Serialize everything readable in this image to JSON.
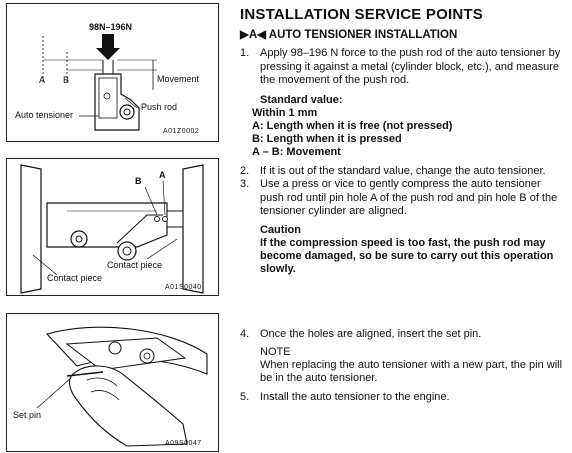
{
  "fig1": {
    "force_label": "98N–196N",
    "label_a": "A",
    "label_b": "B",
    "label_movement": "Movement",
    "label_push_rod": "Push rod",
    "label_auto_tensioner": "Auto tensioner",
    "code": "A01Z0002"
  },
  "fig2": {
    "label_b": "B",
    "label_a": "A",
    "label_contact_piece_right": "Contact piece",
    "label_contact_piece_left": "Contact piece",
    "code": "A01S0040"
  },
  "fig3": {
    "label_set_pin": "Set pin",
    "code": "A09S0047"
  },
  "text": {
    "title": "INSTALLATION SERVICE POINTS",
    "subtitle_marker": "▶A◀",
    "subtitle": "AUTO TENSIONER INSTALLATION",
    "step1_num": "1.",
    "step1": "Apply 98–196 N force to the push rod of the auto tensioner by pressing it against a metal (cylinder block, etc.), and measure the movement of the push rod.",
    "standard_value_label": "Standard value:",
    "sv_within": "Within 1 mm",
    "sv_a": "A: Length when it is free (not pressed)",
    "sv_b": "B: Length when it is pressed",
    "sv_ab": "A – B: Movement",
    "step2_num": "2.",
    "step2": "If it is out of the standard value, change the auto tensioner.",
    "step3_num": "3.",
    "step3": "Use a press or vice to gently compress the auto tensioner push rod until pin hole A of the push rod and pin hole B of the tensioner cylinder are aligned.",
    "caution_label": "Caution",
    "caution": "If the compression speed is too fast, the push rod may become damaged, so be sure to carry out this operation slowly.",
    "step4_num": "4.",
    "step4": "Once the holes are aligned, insert the set pin.",
    "note_label": "NOTE",
    "note": "When replacing the auto tensioner with a new part, the pin will be in the auto tensioner.",
    "step5_num": "5.",
    "step5": "Install the auto tensioner to the engine."
  }
}
